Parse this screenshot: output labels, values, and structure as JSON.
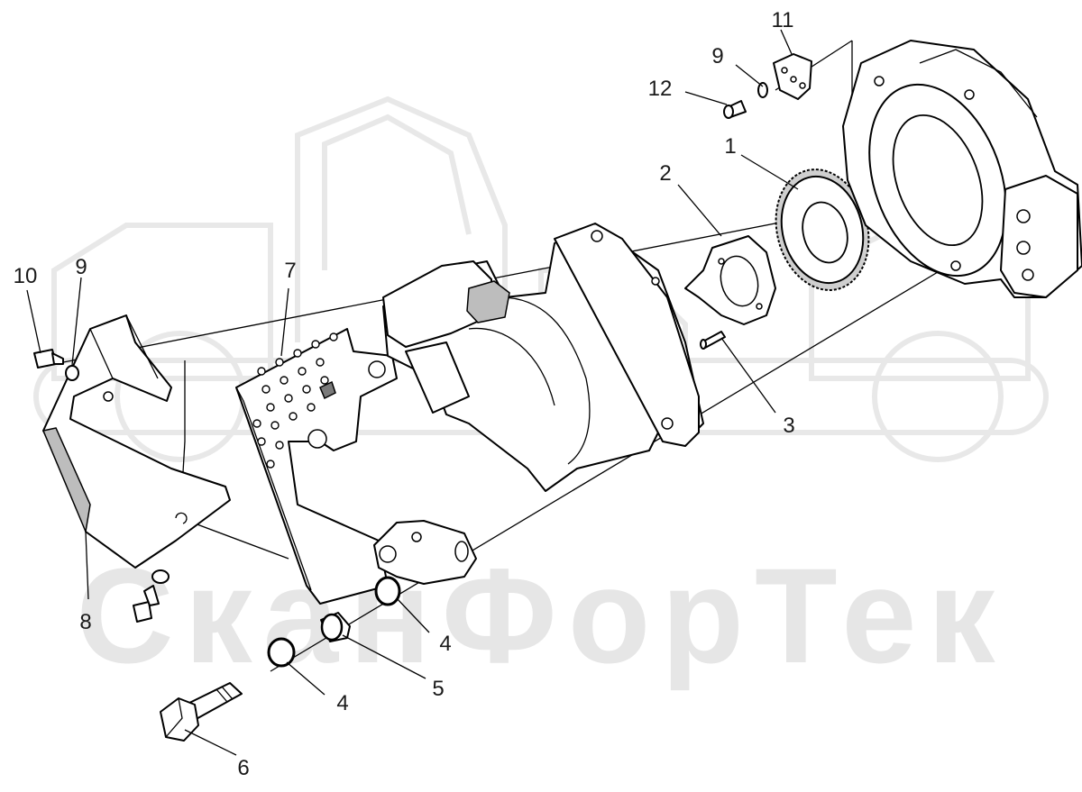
{
  "watermark": {
    "brand_text": "СканФорТек",
    "color": "#e6e6e6"
  },
  "callouts": [
    {
      "id": "c1",
      "text": "1"
    },
    {
      "id": "c2",
      "text": "2"
    },
    {
      "id": "c3",
      "text": "3"
    },
    {
      "id": "c4a",
      "text": "4"
    },
    {
      "id": "c4b",
      "text": "4"
    },
    {
      "id": "c5",
      "text": "5"
    },
    {
      "id": "c6",
      "text": "6"
    },
    {
      "id": "c7",
      "text": "7"
    },
    {
      "id": "c8",
      "text": "8"
    },
    {
      "id": "c9a",
      "text": "9"
    },
    {
      "id": "c9b",
      "text": "9"
    },
    {
      "id": "c10",
      "text": "10"
    },
    {
      "id": "c11",
      "text": "11"
    },
    {
      "id": "c12",
      "text": "12"
    }
  ],
  "colors": {
    "line": "#000000",
    "shade": "#bdbdbd",
    "background": "#ffffff"
  }
}
